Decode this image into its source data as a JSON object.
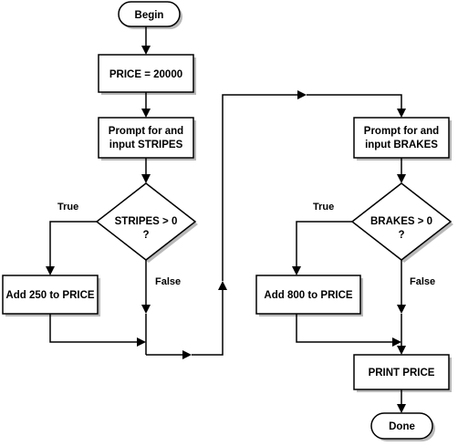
{
  "diagram": {
    "nodes": {
      "begin": "Begin",
      "price_init": "PRICE = 20000",
      "prompt_stripes": [
        "Prompt for and",
        "input STRIPES"
      ],
      "decision_stripes": [
        "STRIPES > 0",
        "?"
      ],
      "add_250": "Add 250 to PRICE",
      "prompt_brakes": [
        "Prompt for and",
        "input BRAKES"
      ],
      "decision_brakes": [
        "BRAKES > 0",
        "?"
      ],
      "add_800": "Add 800 to PRICE",
      "print_price": "PRINT PRICE",
      "done": "Done"
    },
    "edge_labels": {
      "stripes_true": "True",
      "stripes_false": "False",
      "brakes_true": "True",
      "brakes_false": "False"
    }
  }
}
